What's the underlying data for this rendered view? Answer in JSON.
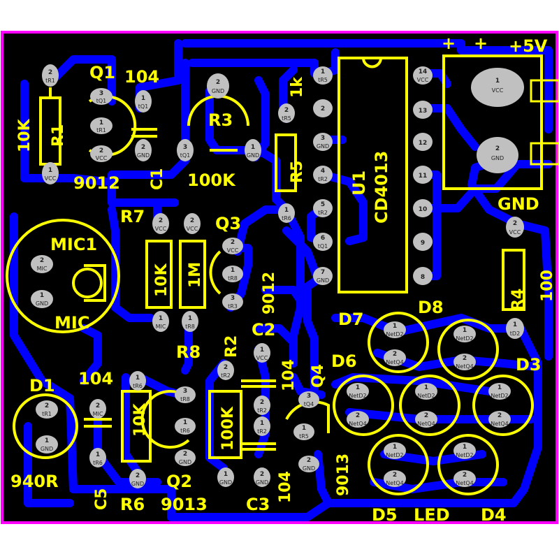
{
  "board": {
    "background_color": "#000000",
    "outline_color": "#ff00ff",
    "trace_color": "#0000ff",
    "silkscreen_color": "#ffff00",
    "pad_color": "#c0c0c0"
  },
  "labels": {
    "power_plus_1": "+",
    "power_plus_2": "+",
    "power_5v": "+5V",
    "gnd": "GND",
    "r1_name": "R1",
    "r1_value": "10K",
    "q1_name": "Q1",
    "q1_type": "9012",
    "c1_value": "104",
    "c1_name": "C1",
    "r3_name": "R3",
    "r3_value": "100K",
    "r5_name": "R5",
    "r5_value": "1k",
    "u1_name": "U1",
    "u1_chip": "CD4013",
    "r7_name": "R7",
    "r7_value": "10K",
    "r8_name": "R8",
    "r8_value": "1M",
    "q3_name": "Q3",
    "q3_type": "9012",
    "mic_name": "MIC1",
    "mic_label": "MIC",
    "r2_name": "R2",
    "r2_value": "100K",
    "c2_name": "C2",
    "c2_value": "104",
    "q4_name": "Q4",
    "q4_type": "9013",
    "r4_name": "R4",
    "r4_value": "100",
    "d1_name": "D1",
    "d1_value": "940R",
    "c5_value": "104",
    "c5_name": "C5",
    "r6_name": "R6",
    "r6_value": "10K",
    "q2_name": "Q2",
    "q2_type": "9013",
    "c3_name": "C3",
    "c3_value": "104",
    "d3": "D3",
    "d4": "D4",
    "d5": "D5",
    "d6": "D6",
    "d7": "D7",
    "d8": "D8",
    "led": "LED"
  },
  "pin_labels": {
    "tr1": "tR1",
    "vcc": "VCC",
    "tq1": "tQ1",
    "gnd": "GND",
    "tr5": "tR5",
    "tr2": "tR2",
    "tr6": "tR6",
    "tr8": "tR8",
    "tq4": "tQ4",
    "tr3": "tR3",
    "mic": "MIC",
    "td2": "tD2",
    "netq4": "NetQ4",
    "netd2": "NetD2",
    "ttr5": "tR5"
  }
}
